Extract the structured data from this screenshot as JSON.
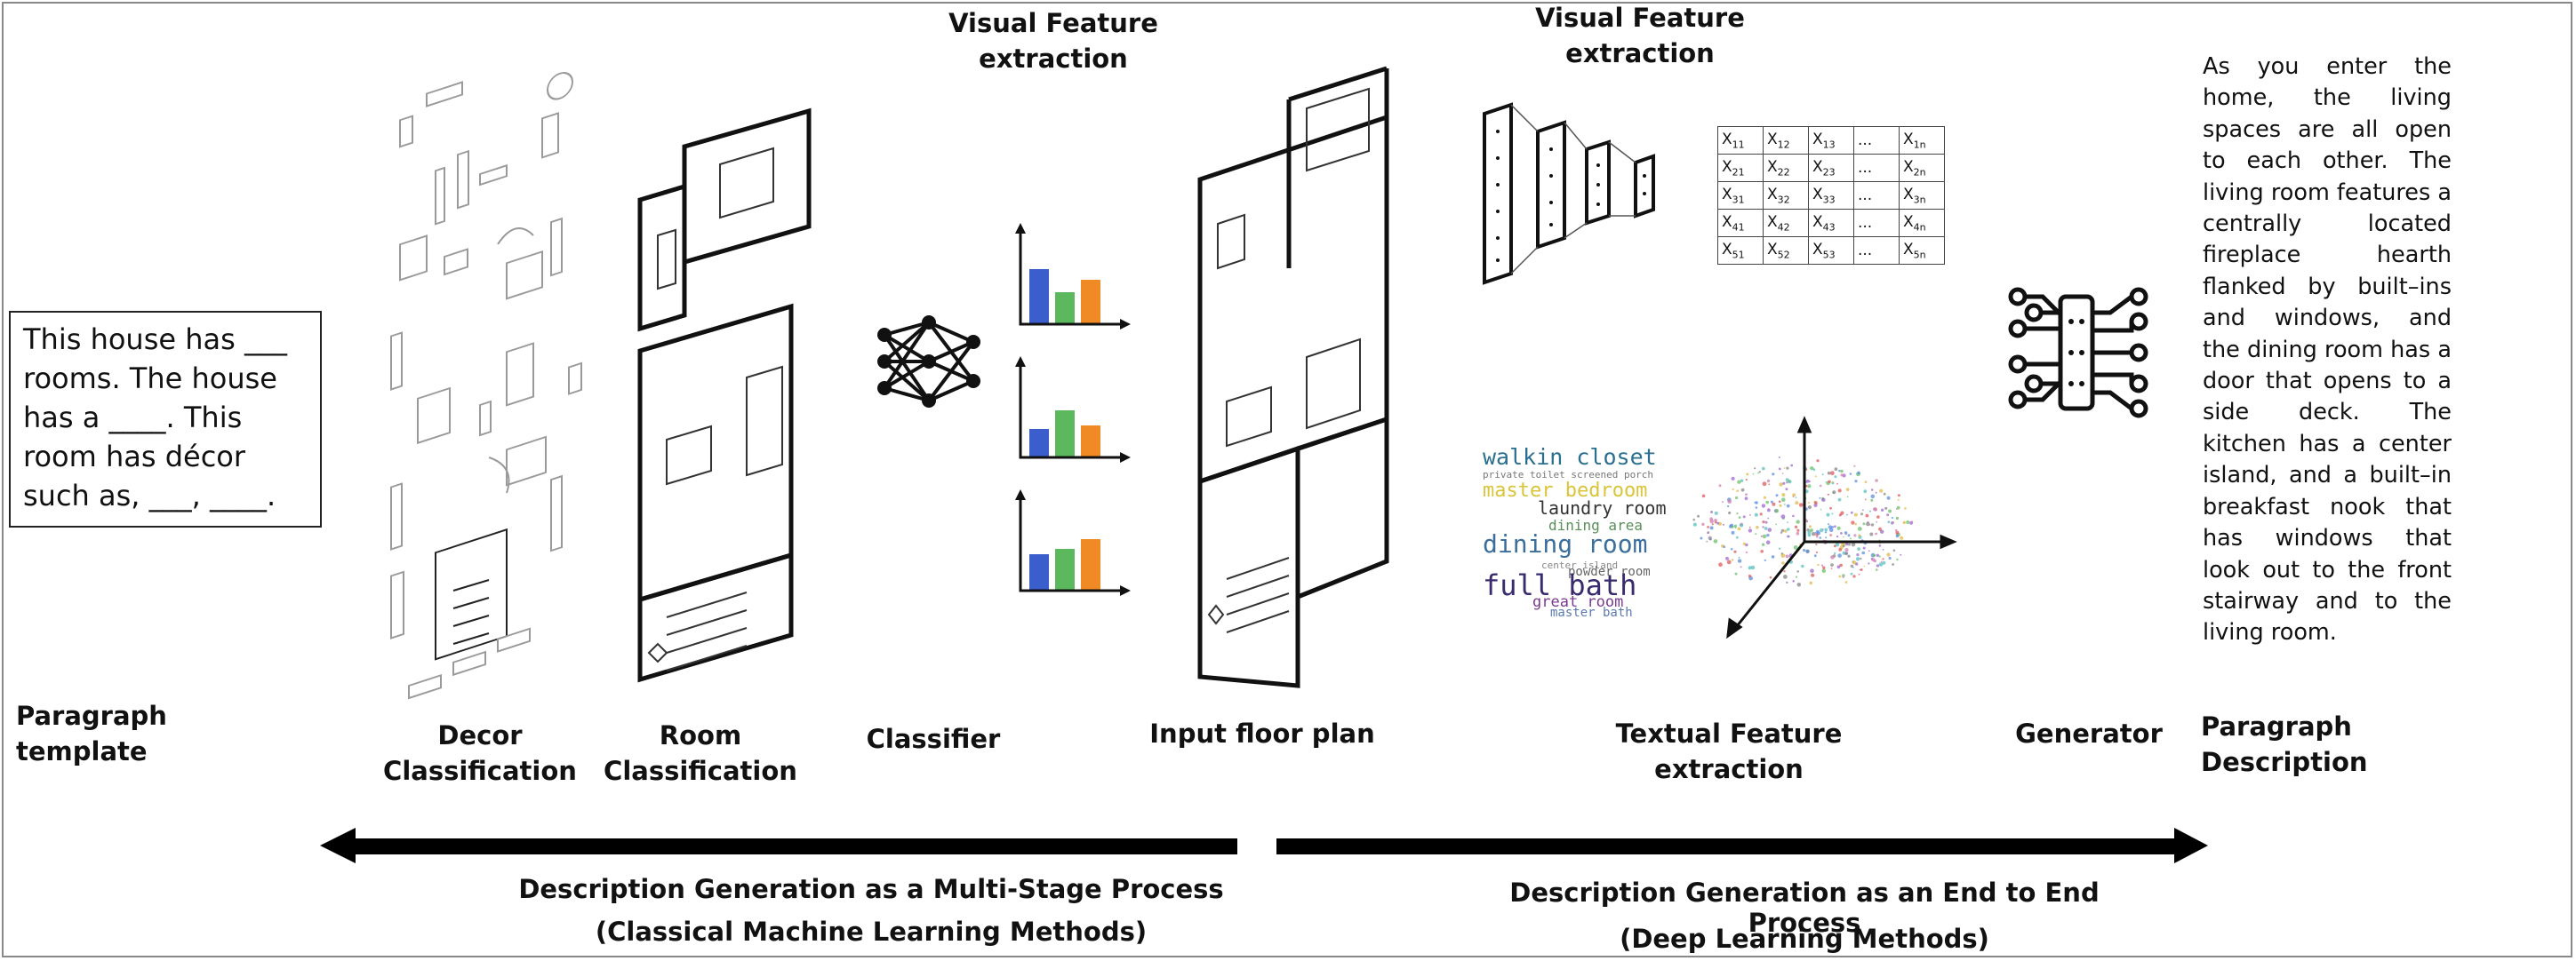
{
  "labels": {
    "visual_feature_1": "Visual Feature extraction",
    "visual_feature_2": "Visual Feature extraction",
    "paragraph_template": "Paragraph template",
    "decor_classification": "Decor Classification",
    "room_classification": "Room Classification",
    "classifier": "Classifier",
    "input_floor_plan": "Input floor plan",
    "textual_feature_extraction": "Textual  Feature extraction",
    "generator": "Generator",
    "paragraph_description": "Paragraph Description"
  },
  "template_text": "This house has ___ rooms. The house has a ____. This room has décor such as, ___, ____.",
  "paragraph_text": "As you enter the home, the living spaces are all open to each other. The living room features a centrally located fireplace hearth flanked by built–ins and windows, and the dining room has a door that opens to a side deck. The kitchen has a center island, and a built–in breakfast nook that has windows that look out to the front stairway and to the living room.",
  "bottom": {
    "left_title": "Description Generation as a Multi-Stage Process",
    "left_sub": "(Classical Machine Learning Methods)",
    "right_title": "Description Generation as an End to End Process",
    "right_sub": "(Deep Learning Methods)"
  },
  "matrix": [
    [
      "X11",
      "X12",
      "X13",
      "...",
      "X1n"
    ],
    [
      "X21",
      "X22",
      "X23",
      "...",
      "X2n"
    ],
    [
      "X31",
      "X32",
      "X33",
      "...",
      "X3n"
    ],
    [
      "X41",
      "X42",
      "X43",
      "...",
      "X4n"
    ],
    [
      "X51",
      "X52",
      "X53",
      "...",
      "X5n"
    ]
  ],
  "word_cloud": {
    "w1": "walkin closet",
    "w2": "private toilet screened porch",
    "w3": "master bedroom",
    "w4": "laundry room",
    "w5": "dining area",
    "w6": "dining room",
    "w7": "full bath",
    "w8": "powder room",
    "w9": "great room",
    "w10": "center island",
    "w11": "master bath"
  },
  "colors": {
    "blue": "#3a5fcd",
    "green": "#5cb85c",
    "orange": "#f08a24",
    "arrow": "#000000"
  },
  "bar_charts": [
    {
      "values": [
        0.62,
        0.36,
        0.5
      ]
    },
    {
      "values": [
        0.32,
        0.53,
        0.36
      ]
    },
    {
      "values": [
        0.41,
        0.47,
        0.58
      ]
    }
  ]
}
